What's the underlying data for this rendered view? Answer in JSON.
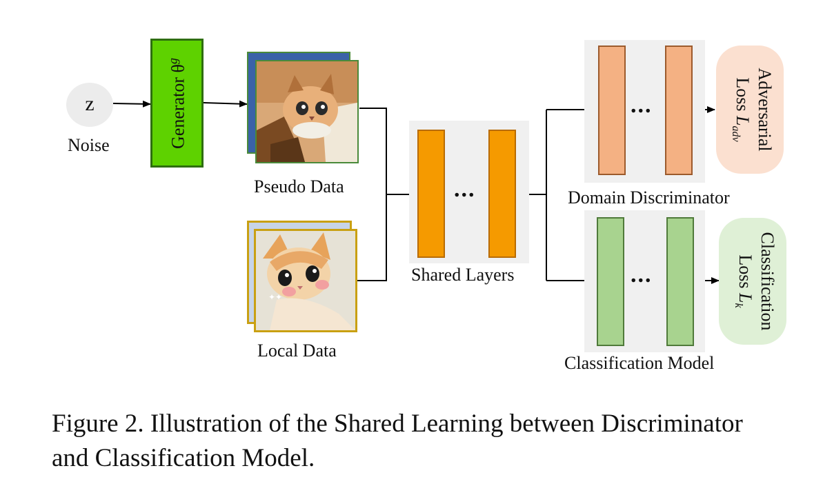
{
  "noise": {
    "symbol": "z",
    "label": "Noise"
  },
  "generator": {
    "label": "Generator θ",
    "superscript": "g"
  },
  "pseudo_data": {
    "label": "Pseudo Data"
  },
  "local_data": {
    "label": "Local Data"
  },
  "shared_layers": {
    "label": "Shared Layers",
    "ellipsis": "..."
  },
  "domain_discriminator": {
    "label": "Domain Discriminator",
    "ellipsis": "..."
  },
  "classification_model": {
    "label": "Classification Model",
    "ellipsis": "..."
  },
  "adversarial_loss": {
    "line1": "Adversarial",
    "line2_prefix": "Loss ",
    "symbol": "L",
    "subscript": "adv"
  },
  "classification_loss": {
    "line1": "Classification",
    "line2_prefix": "Loss ",
    "symbol": "L",
    "subscript": "k"
  },
  "caption": "Figure 2. Illustration of the Shared Learning between Discriminator and Classification Model.",
  "colors": {
    "generator": "#5ed200",
    "shared": "#f59a00",
    "discriminator": "#f4b183",
    "classifier": "#a8d38f",
    "adv_loss_bg": "#fbe0d0",
    "cls_loss_bg": "#dff0d6"
  }
}
